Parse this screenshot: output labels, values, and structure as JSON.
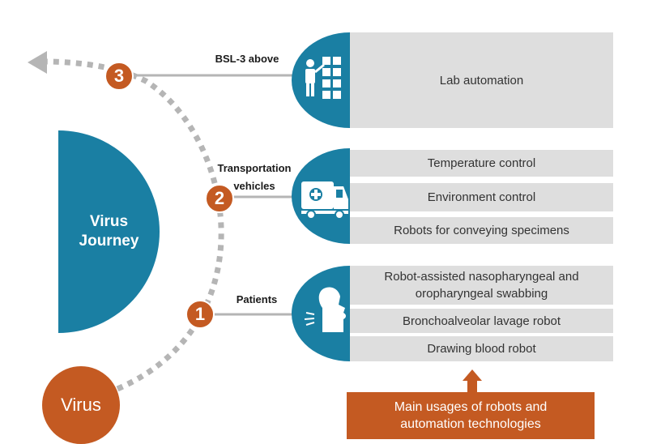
{
  "center": {
    "title_line1": "Virus",
    "title_line2": "Journey"
  },
  "origin": {
    "label": "Virus"
  },
  "stages": [
    {
      "number": "1",
      "label_line1": "Patients",
      "icon": "patient-cough-icon",
      "items": [
        "Robot-assisted nasopharyngeal and oropharyngeal swabbing",
        "Bronchoalveolar lavage robot",
        "Drawing blood robot"
      ]
    },
    {
      "number": "2",
      "label_line1": "Transportation",
      "label_line2": "vehicles",
      "icon": "ambulance-icon",
      "items": [
        "Temperature control",
        "Environment control",
        "Robots for conveying specimens"
      ]
    },
    {
      "number": "3",
      "label_line1": "BSL-3 above",
      "icon": "lab-worker-icon",
      "items": [
        "Lab automation"
      ]
    }
  ],
  "footer": {
    "line1": "Main usages of robots and",
    "line2": "automation technologies"
  },
  "colors": {
    "blue": "#1a7fa3",
    "orange": "#c45a22",
    "gray_box": "#dedede",
    "dots": "#b5b5b5"
  }
}
